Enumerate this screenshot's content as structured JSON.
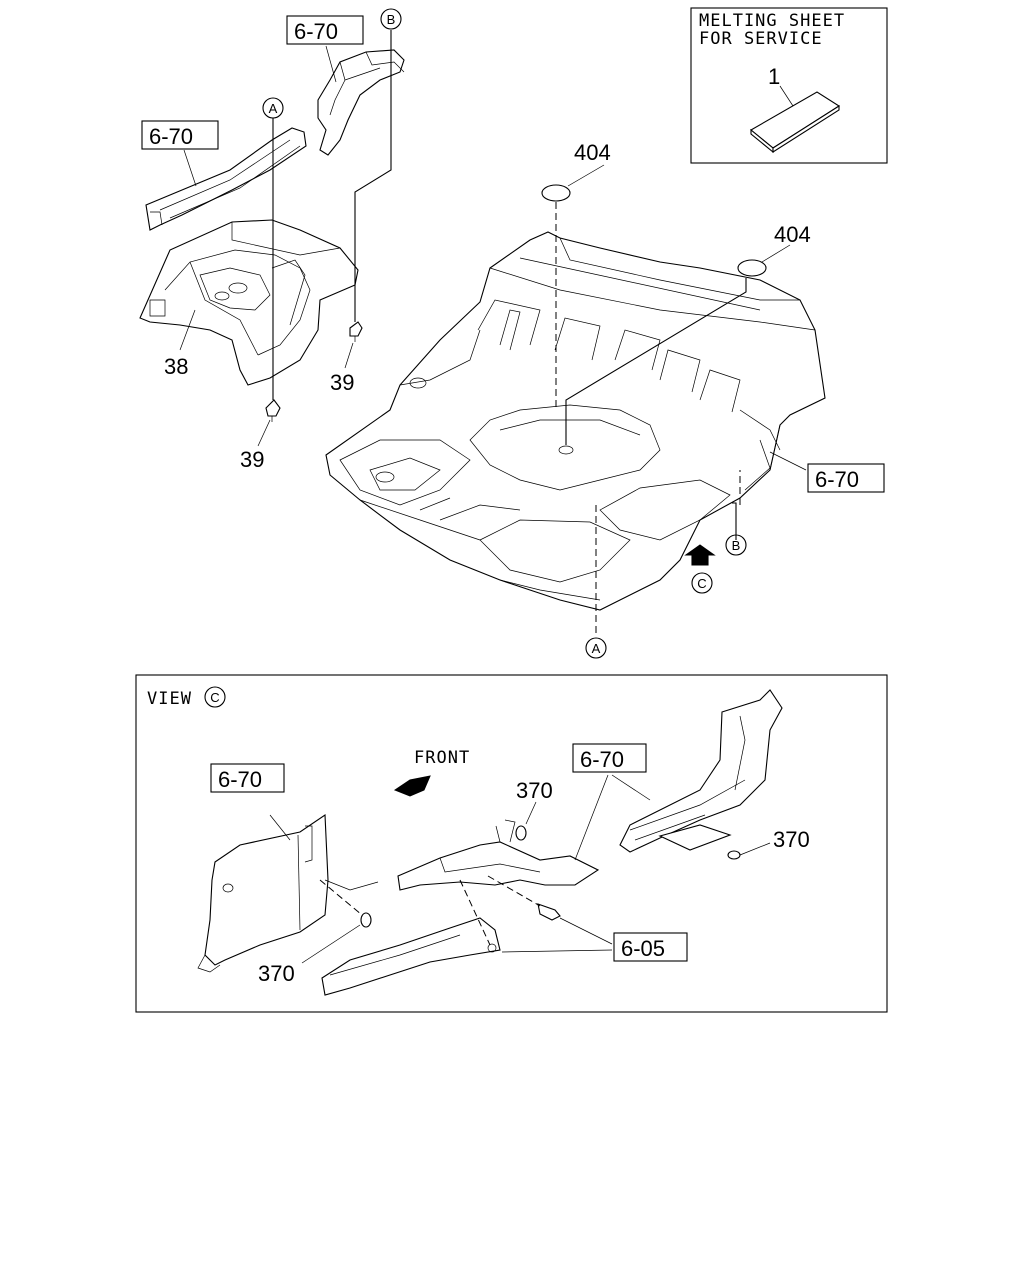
{
  "service_box": {
    "line1": "MELTING SHEET",
    "line2": "FOR SERVICE",
    "part": "1"
  },
  "callouts": {
    "ref_670": "6-70",
    "ref_605": "6-05",
    "p38": "38",
    "p39": "39",
    "p404": "404",
    "p370": "370"
  },
  "markers": {
    "a": "A",
    "b": "B",
    "c": "C"
  },
  "view": {
    "label": "VIEW",
    "marker": "C",
    "front": "FRONT"
  }
}
